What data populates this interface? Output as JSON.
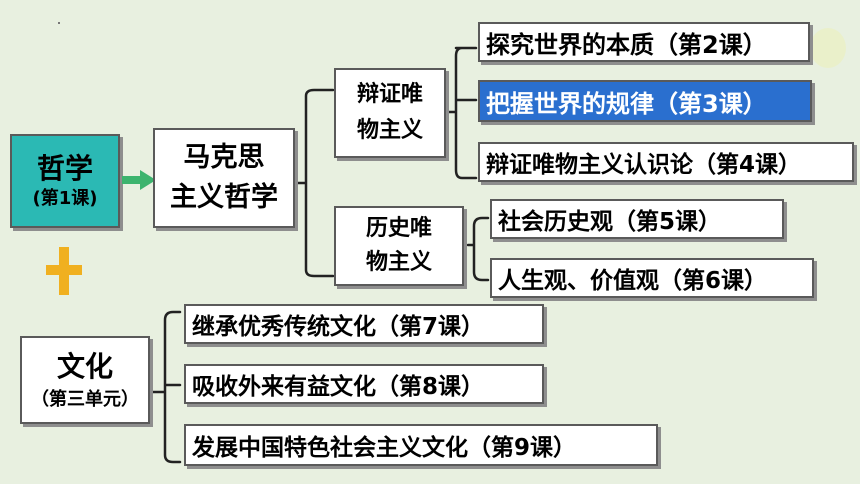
{
  "root": {
    "title": "哲学",
    "sub": "(第1课)"
  },
  "marx": {
    "line1": "马克思",
    "line2": "主义哲学"
  },
  "dialectical": {
    "line1": "辩证唯",
    "line2": "物主义",
    "items": [
      "探究世界的本质（第2课）",
      "把握世界的规律（第3课）",
      "辩证唯物主义认识论（第4课）"
    ]
  },
  "historical": {
    "line1": "历史唯",
    "line2": "物主义",
    "items": [
      "社会历史观（第5课）",
      "人生观、价值观（第6课）"
    ]
  },
  "culture": {
    "title": "文化",
    "sub": "（第三单元）",
    "items": [
      "继承优秀传统文化（第7课）",
      "吸收外来有益文化（第8课）",
      "发展中国特色社会主义文化（第9课）"
    ]
  },
  "colors": {
    "background": "#e8f0e0",
    "highlight": "#2a6fcf",
    "teal": "#2bb9b4",
    "plus": "#f0b020",
    "arrow": "#3cb46e"
  },
  "icons": {
    "plus": "plus-icon",
    "arrow": "arrow-right-icon"
  }
}
